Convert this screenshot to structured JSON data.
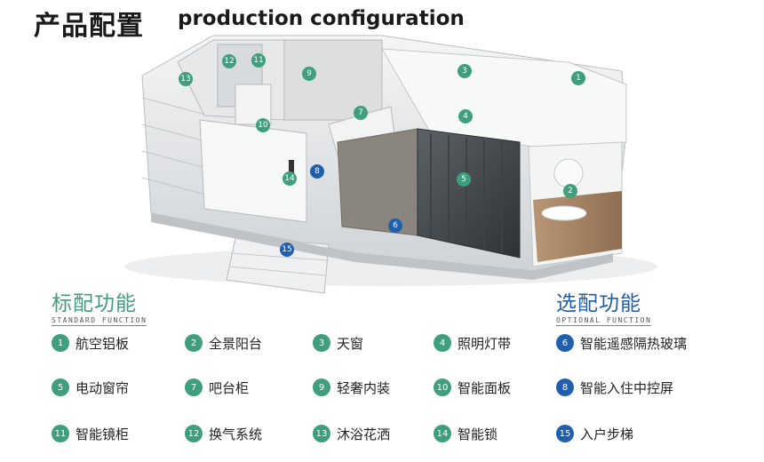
{
  "header": {
    "title_cn": "产品配置",
    "title_en": "production configuration"
  },
  "sections": {
    "standard": {
      "title_cn": "标配功能",
      "title_en": "STANDARD FUNCTION"
    },
    "optional": {
      "title_cn": "选配功能",
      "title_en": "OPTIONAL FUNCTION"
    }
  },
  "features": [
    {
      "num": "1",
      "label": "航空铝板",
      "kind": "standard"
    },
    {
      "num": "2",
      "label": "全景阳台",
      "kind": "standard"
    },
    {
      "num": "3",
      "label": "天窗",
      "kind": "standard"
    },
    {
      "num": "4",
      "label": "照明灯带",
      "kind": "standard"
    },
    {
      "num": "6",
      "label": "智能遥感隔热玻璃",
      "kind": "optional"
    },
    {
      "num": "5",
      "label": "电动窗帘",
      "kind": "standard"
    },
    {
      "num": "7",
      "label": "吧台柜",
      "kind": "standard"
    },
    {
      "num": "9",
      "label": "轻奢内装",
      "kind": "standard"
    },
    {
      "num": "10",
      "label": "智能面板",
      "kind": "standard"
    },
    {
      "num": "8",
      "label": "智能入住中控屏",
      "kind": "optional"
    },
    {
      "num": "11",
      "label": "智能镜柜",
      "kind": "standard"
    },
    {
      "num": "12",
      "label": "换气系统",
      "kind": "standard"
    },
    {
      "num": "13",
      "label": "沐浴花洒",
      "kind": "standard"
    },
    {
      "num": "14",
      "label": "智能锁",
      "kind": "standard"
    },
    {
      "num": "15",
      "label": "入户步梯",
      "kind": "optional"
    }
  ],
  "diagram_markers": [
    {
      "num": "1",
      "kind": "standard"
    },
    {
      "num": "2",
      "kind": "standard"
    },
    {
      "num": "3",
      "kind": "standard"
    },
    {
      "num": "4",
      "kind": "standard"
    },
    {
      "num": "5",
      "kind": "standard"
    },
    {
      "num": "6",
      "kind": "optional"
    },
    {
      "num": "7",
      "kind": "standard"
    },
    {
      "num": "8",
      "kind": "optional"
    },
    {
      "num": "9",
      "kind": "standard"
    },
    {
      "num": "10",
      "kind": "standard"
    },
    {
      "num": "11",
      "kind": "standard"
    },
    {
      "num": "12",
      "kind": "standard"
    },
    {
      "num": "13",
      "kind": "standard"
    },
    {
      "num": "14",
      "kind": "standard"
    },
    {
      "num": "15",
      "kind": "optional"
    }
  ],
  "colors": {
    "standard": "#3f9e7c",
    "optional": "#1f5fae"
  }
}
